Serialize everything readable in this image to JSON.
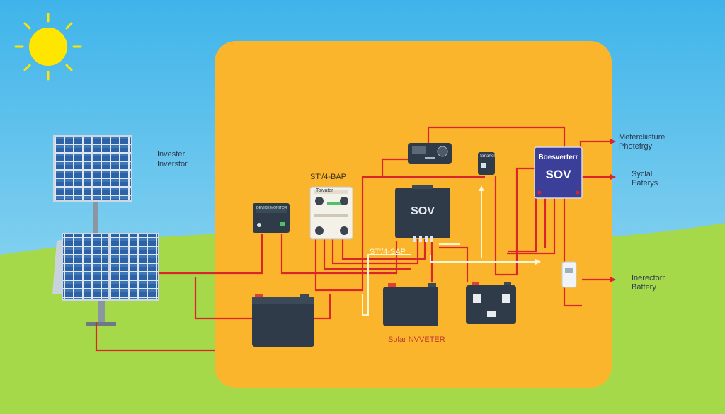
{
  "labels": {
    "inverter_line1": "Invester",
    "inverter_line2": "Inverstor",
    "panel_label_top": "ST'/4-BAP",
    "panel_label_mid": "ST'/4-SAP",
    "center_device": "SOV",
    "right_device_title": "Boesverterr",
    "right_device_text": "SOV",
    "controller_tag": "Toivater",
    "meter_text": "DEVICE MONITOR",
    "small_box_text": "Smarter",
    "bottom_label": "Solar NVVETER",
    "right_1_line1": "Metercliisture",
    "right_1_line2": "Photefrgy",
    "right_2_line1": "Syclal",
    "right_2_line2": "Eaterys",
    "right_3_line1": "Inerectorr",
    "right_3_line2": "Battery"
  },
  "colors": {
    "sky_top": "#3fb4ea",
    "sky_bottom": "#9fdcf3",
    "grass": "#a6d94a",
    "panel_bg": "#fbb52c",
    "wire_red": "#d8262b",
    "wire_white": "#fff6d6",
    "device_dark": "#2f3b48",
    "sun": "#ffe600",
    "inverter_blue": "#3b3f9a"
  }
}
